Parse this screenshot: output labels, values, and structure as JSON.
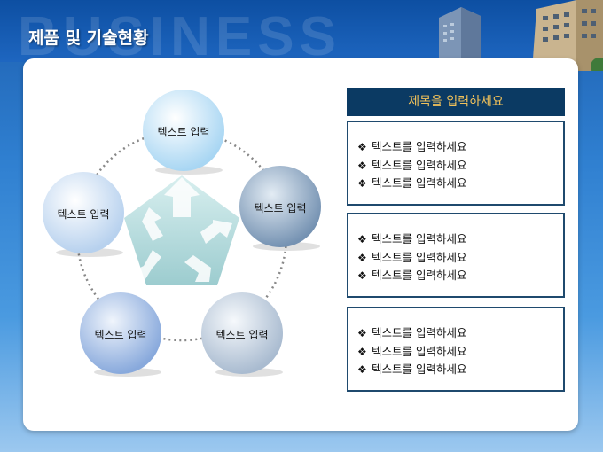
{
  "header": {
    "title": "제품 및 기술현황",
    "watermark": "BUSINESS"
  },
  "diagram": {
    "nodes": [
      {
        "label": "텍스트 입력",
        "color": "#cfe8f8"
      },
      {
        "label": "텍스트 입력",
        "color": "#8da9c4"
      },
      {
        "label": "텍스트 입력",
        "color": "#c9d6e4"
      },
      {
        "label": "텍스트 입력",
        "color": "#a9c2e6"
      },
      {
        "label": "텍스트 입력",
        "color": "#d3e3f3"
      }
    ]
  },
  "right": {
    "heading": "제목을 입력하세요",
    "bullet_icon": "diamond-bullet-icon",
    "boxes": [
      {
        "items": [
          "텍스트를 입력하세요",
          "텍스트를 입력하세요",
          "텍스트를 입력하세요"
        ]
      },
      {
        "items": [
          "텍스트를 입력하세요",
          "텍스트를 입력하세요",
          "텍스트를 입력하세요"
        ]
      },
      {
        "items": [
          "텍스트를 입력하세요",
          "텍스트를 입력하세요",
          "텍스트를 입력하세요"
        ]
      }
    ]
  },
  "colors": {
    "heading_bg": "#0b3a63",
    "heading_text": "#f2c25a",
    "box_border": "#1f4a6e"
  }
}
